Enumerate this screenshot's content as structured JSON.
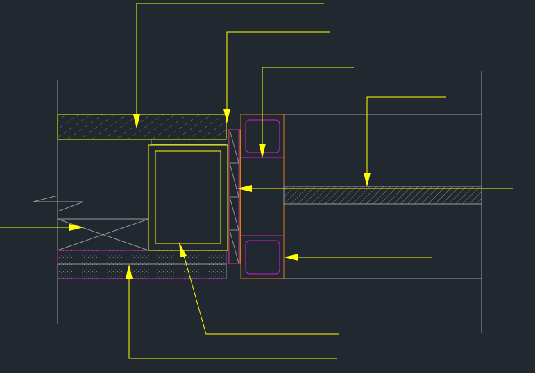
{
  "drawing": {
    "background": "#212830",
    "colors": {
      "leader": "#ffff00",
      "outline": "#9a9a9a",
      "magenta": "#d21ed2",
      "orange": "#e0781e",
      "hatch": "#8c8c8c"
    },
    "elements": [
      "left-wall-line",
      "right-wall-line",
      "hatched-slab-left",
      "window-frame-outer",
      "window-frame-inner",
      "glazing-strip",
      "insulation-x-box",
      "dotted-layer-upper",
      "dotted-layer-lower",
      "tube-column-orange",
      "tube-top-magenta",
      "tube-bottom-magenta",
      "hatched-beam-right",
      "break-line-symbol"
    ],
    "leaders": [
      "leader-top-slab",
      "leader-glazing",
      "leader-tube-top",
      "leader-beam",
      "leader-glazing-side",
      "leader-insulation",
      "leader-tube-bottom",
      "leader-frame",
      "leader-dotted-layer"
    ]
  }
}
